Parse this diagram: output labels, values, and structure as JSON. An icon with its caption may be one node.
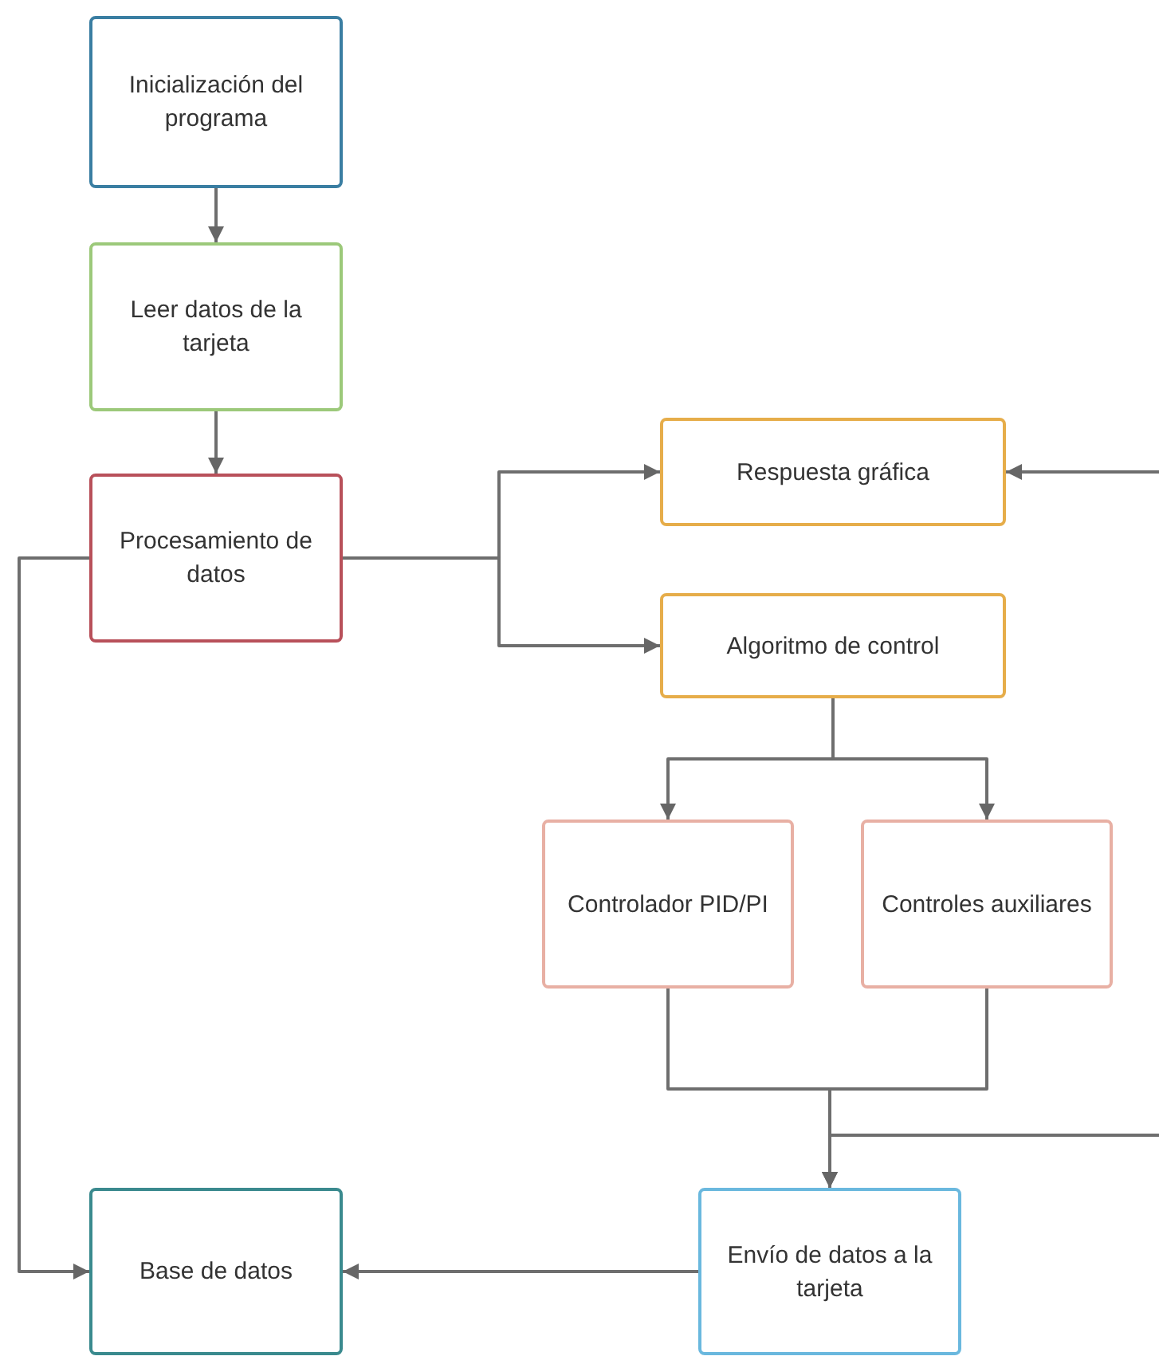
{
  "diagram": {
    "nodes": [
      {
        "text": [
          "Inicialización del programa"
        ]
      },
      {
        "text": [
          "Leer datos de la tarjeta"
        ]
      },
      {
        "text": [
          "Procesamiento de datos"
        ]
      },
      {
        "text": [
          "Respuesta gráfica"
        ]
      },
      {
        "text": [
          "Algoritmo de control"
        ]
      },
      {
        "text": [
          "Controlador PID/PI"
        ]
      },
      {
        "text": [
          "Controles auxiliares"
        ]
      },
      {
        "text": [
          "Base de datos"
        ]
      },
      {
        "text": [
          "Envío de datos a la tarjeta"
        ]
      }
    ],
    "edges": [
      {
        "from": 0,
        "to": 1,
        "arrow": "to"
      },
      {
        "from": 1,
        "to": 2,
        "arrow": "to"
      },
      {
        "from": 2,
        "to": 3,
        "arrow": "to"
      },
      {
        "from": 2,
        "to": 4,
        "arrow": "to"
      },
      {
        "from": 2,
        "to": 7,
        "arrow": "to"
      },
      {
        "from": null,
        "to": 3,
        "arrow": "to"
      },
      {
        "from": 4,
        "to": 5,
        "arrow": "to"
      },
      {
        "from": 4,
        "to": 6,
        "arrow": "to"
      },
      {
        "from": 5,
        "to": 8,
        "arrow": "to"
      },
      {
        "from": 6,
        "to": 8,
        "arrow": "to"
      },
      {
        "from": null,
        "to": 8,
        "arrow": "to"
      },
      {
        "from": 8,
        "to": 7,
        "arrow": "to"
      }
    ]
  }
}
